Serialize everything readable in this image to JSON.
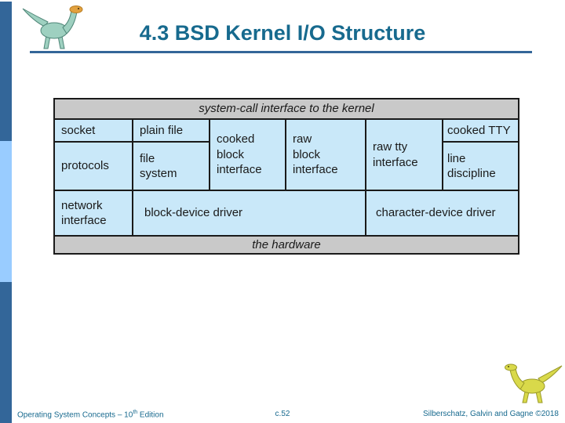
{
  "colors": {
    "title_text": "#176a8e",
    "sidebar_dark_blue": "#336699",
    "sidebar_light_blue": "#99ccff",
    "underline": "#336699",
    "diagram_cell_blue": "#c9e8f9",
    "diagram_bar_gray": "#c9c9c9",
    "diagram_border": "#1a1a1a",
    "footer_text": "#17698e"
  },
  "header": {
    "title": "4.3 BSD Kernel I/O Structure"
  },
  "icons": {
    "logo": "dinosaur-logo-icon",
    "footer_mascot": "dinosaur-footer-icon"
  },
  "diagram": {
    "top_bar": "system-call interface to the kernel",
    "bottom_bar": "the hardware",
    "cells": {
      "socket": [
        "socket"
      ],
      "plain_file": [
        "plain file"
      ],
      "cooked_block_interface": [
        "cooked",
        "block",
        "interface"
      ],
      "raw_block_interface": [
        "raw",
        "block",
        "interface"
      ],
      "raw_tty_interface": [
        "raw tty",
        "interface"
      ],
      "cooked_tty": [
        "cooked TTY"
      ],
      "protocols": [
        "protocols"
      ],
      "file_system": [
        "file",
        "system"
      ],
      "line_discipline": [
        "line",
        "discipline"
      ],
      "network_interface": [
        "network",
        "interface"
      ],
      "block_device_driver": [
        "block-device driver"
      ],
      "character_device_driver": [
        "character-device driver"
      ]
    }
  },
  "footer": {
    "left_text": "Operating System Concepts – 10",
    "left_superscript": "th",
    "left_suffix": " Edition",
    "center_text": "c.52",
    "right_text": "Silberschatz, Galvin and Gagne ©2018"
  }
}
